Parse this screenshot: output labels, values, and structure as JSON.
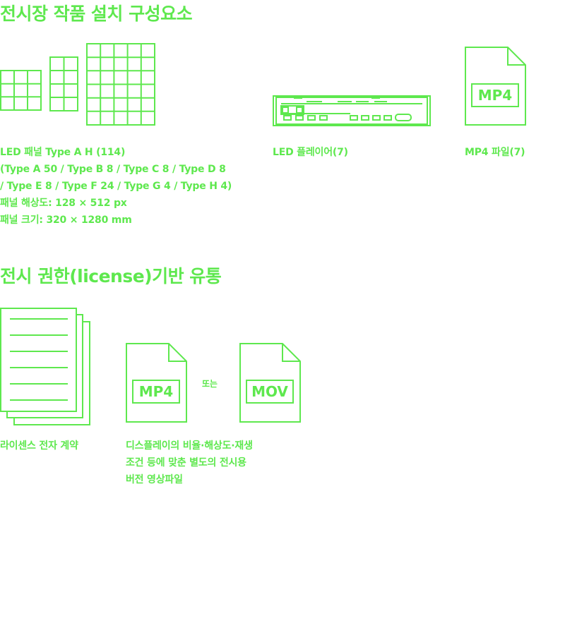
{
  "colors": {
    "accent": "#5ee84e",
    "background": "#ffffff"
  },
  "section1": {
    "title": "전시장 작품 설치 구성요소",
    "led_panel": {
      "icon": "led-panel-grid-icon",
      "lines": [
        "LED 패널 Type A   H (114)",
        "(Type A 50 / Type B 8  / Type C 8 / Type D 8",
        "/ Type E 8 / Type F 24 / Type G 4 / Type H 4)",
        "패널 해상도: 128 × 512 px",
        "패널 크기: 320 × 1280 mm"
      ]
    },
    "led_player": {
      "icon": "rack-player-icon",
      "label": "LED 플레이어(7)"
    },
    "mp4_file": {
      "icon": "mp4-file-icon",
      "file_label": "MP4",
      "label": "MP4 파일(7)"
    }
  },
  "section2": {
    "title": "전시 권한(license)기반 유통",
    "license": {
      "icon": "document-stack-icon",
      "label": "라이센스 전자 계약"
    },
    "video": {
      "mp4_label": "MP4",
      "or_text": "또는",
      "mov_label": "MOV",
      "lines": [
        "디스플레이의 비율·해상도·재생",
        "조건 등에 맞춘 별도의 전시용",
        "버전 영상파일"
      ]
    }
  }
}
